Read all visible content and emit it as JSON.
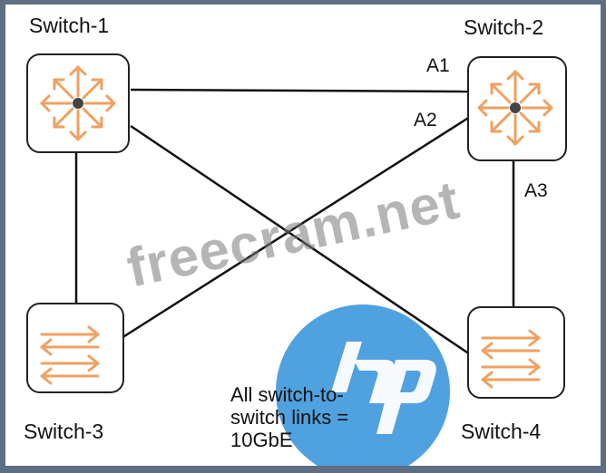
{
  "nodes": [
    {
      "label": "Switch-1",
      "type": "router",
      "icon": "router-arrows-icon"
    },
    {
      "label": "Switch-2",
      "type": "router",
      "icon": "router-arrows-icon"
    },
    {
      "label": "Switch-3",
      "type": "switch",
      "icon": "switch-arrows-icon"
    },
    {
      "label": "Switch-4",
      "type": "switch",
      "icon": "switch-arrows-icon"
    }
  ],
  "links": [
    {
      "from": "Switch-1",
      "to": "Switch-2",
      "label": "A1"
    },
    {
      "from": "Switch-3",
      "to": "Switch-2",
      "label": "A2"
    },
    {
      "from": "Switch-4",
      "to": "Switch-2",
      "label": "A3"
    },
    {
      "from": "Switch-1",
      "to": "Switch-3",
      "label": ""
    },
    {
      "from": "Switch-1",
      "to": "Switch-4",
      "label": ""
    }
  ],
  "note": "All switch-to-\nswitch links =\n10GbE",
  "watermark": "freecram.net",
  "logo": "hp",
  "colors": {
    "icon_orange": "#f0a060",
    "logo_blue": "#1f86d6",
    "border": "#5f6f83"
  }
}
